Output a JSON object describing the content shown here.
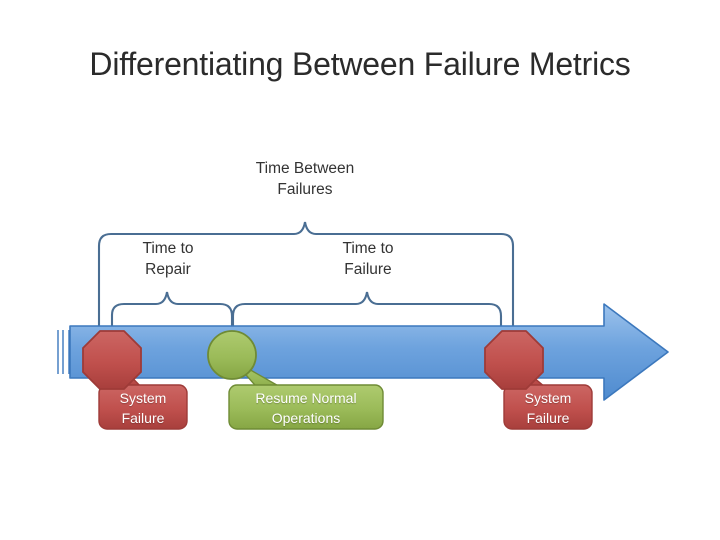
{
  "slide": {
    "title": "Differentiating Between Failure Metrics",
    "background_color": "#ffffff"
  },
  "diagram": {
    "type": "timeline-reliability-metrics",
    "timeline_arrow": {
      "name": "time-axis-arrow",
      "color": "#6ea3de",
      "outline_color": "#3c78bd",
      "direction": "right",
      "continuation_marks": 3
    },
    "brackets": [
      {
        "id": "time-between-failures",
        "label": "Time Between\nFailures",
        "span_from": "system-failure-left",
        "span_to": "system-failure-right",
        "color": "#4a6e93"
      },
      {
        "id": "time-to-repair",
        "label": "Time to\nRepair",
        "span_from": "system-failure-left",
        "span_to": "resume-normal-operations",
        "color": "#4a6e93"
      },
      {
        "id": "time-to-failure",
        "label": "Time to\nFailure",
        "span_from": "resume-normal-operations",
        "span_to": "system-failure-right",
        "color": "#4a6e93"
      }
    ],
    "events": [
      {
        "id": "system-failure-left",
        "marker_shape": "octagon",
        "marker_fill": "#c0504d",
        "marker_stroke": "#9e3b38",
        "callout_label": "System\nFailure",
        "callout_fill": "#c0504d",
        "callout_stroke": "#9e3b38"
      },
      {
        "id": "resume-normal-operations",
        "marker_shape": "circle",
        "marker_fill": "#9bbb59",
        "marker_stroke": "#6f8b35",
        "callout_label": "Resume Normal\nOperations",
        "callout_fill": "#9bbb59",
        "callout_stroke": "#6f8b35"
      },
      {
        "id": "system-failure-right",
        "marker_shape": "octagon",
        "marker_fill": "#c0504d",
        "marker_stroke": "#9e3b38",
        "callout_label": "System\nFailure",
        "callout_fill": "#c0504d",
        "callout_stroke": "#9e3b38"
      }
    ]
  }
}
